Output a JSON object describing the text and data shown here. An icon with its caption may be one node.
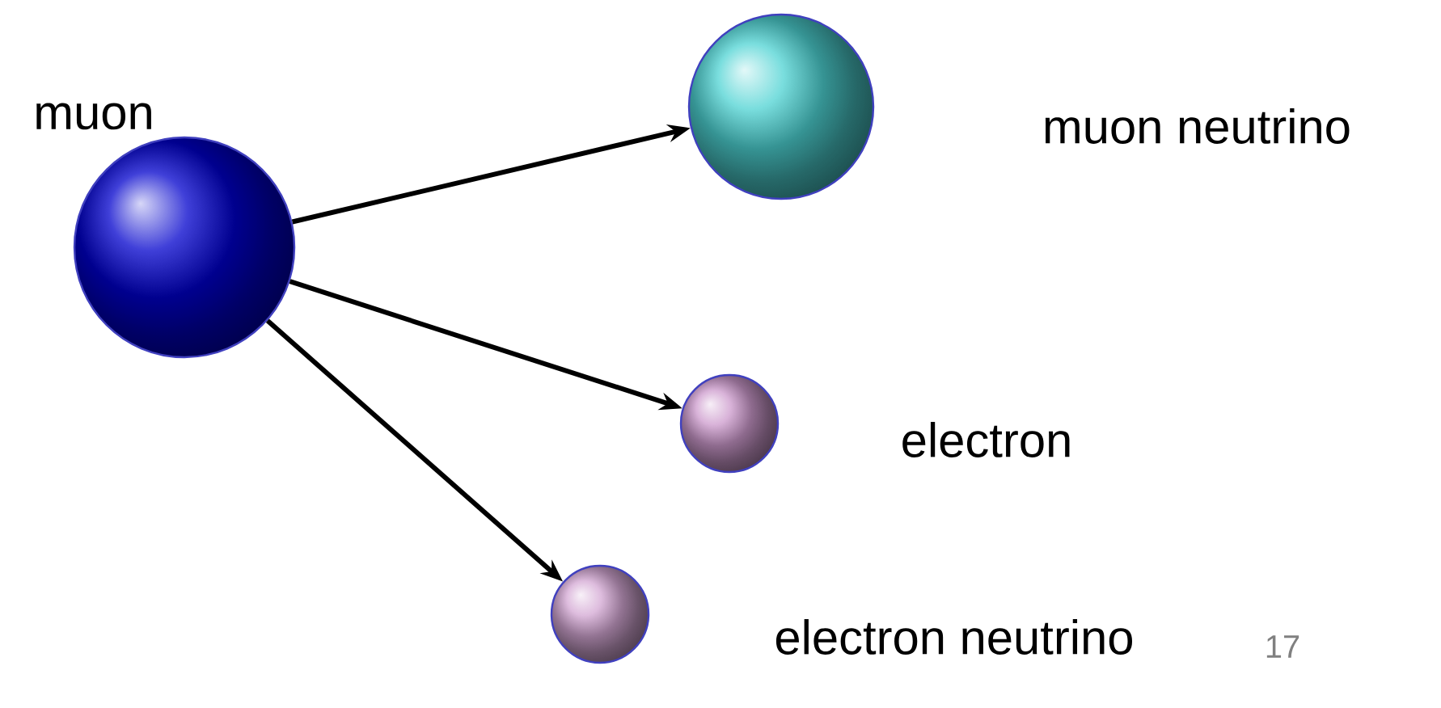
{
  "diagram": {
    "nodes": [
      {
        "text": [
          "muon"
        ]
      },
      {
        "text": [
          "muon neutrino"
        ]
      },
      {
        "text": [
          "electron"
        ]
      },
      {
        "text": [
          "electron neutrino"
        ]
      }
    ],
    "edges": [
      {
        "from": 0,
        "to": 1,
        "arrow": "to"
      },
      {
        "from": 0,
        "to": 2,
        "arrow": "to"
      },
      {
        "from": 0,
        "to": 3,
        "arrow": "to"
      }
    ],
    "labels": [
      "17"
    ]
  }
}
